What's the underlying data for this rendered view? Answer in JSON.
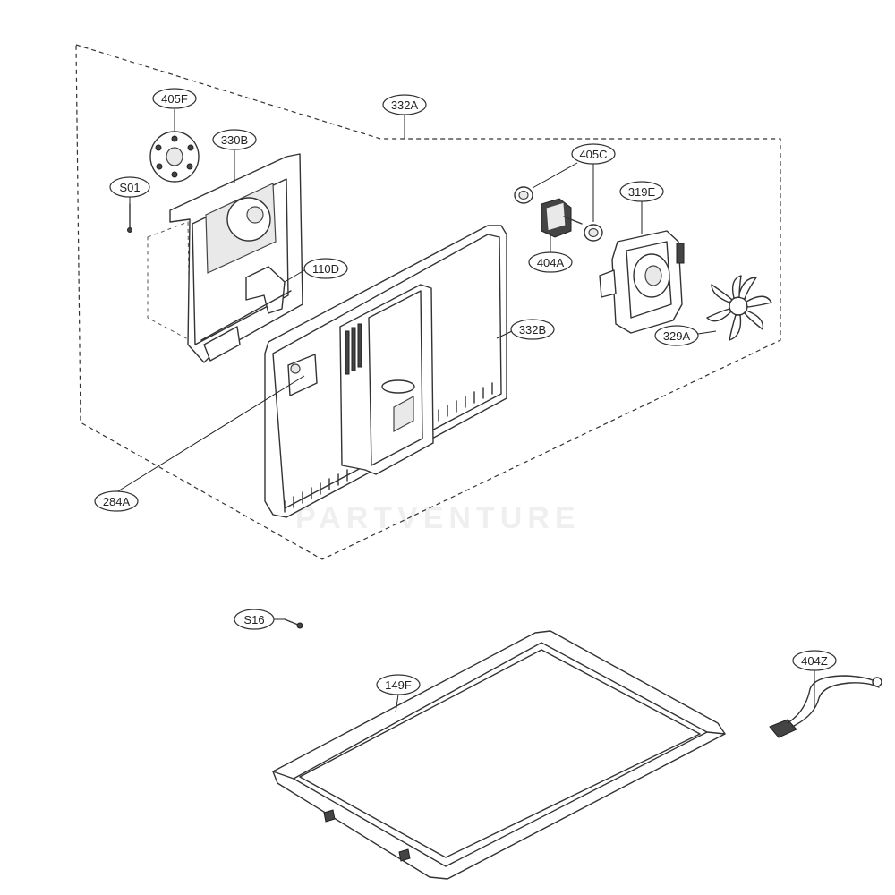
{
  "callouts": {
    "c405F": "405F",
    "c330B": "330B",
    "cS01": "S01",
    "c332A": "332A",
    "c405C": "405C",
    "c319E": "319E",
    "c110D": "110D",
    "c404A": "404A",
    "c332B": "332B",
    "c329A": "329A",
    "c284A": "284A",
    "cS16": "S16",
    "c149F": "149F",
    "c404Z": "404Z"
  },
  "watermark": "PARTVENTURE"
}
